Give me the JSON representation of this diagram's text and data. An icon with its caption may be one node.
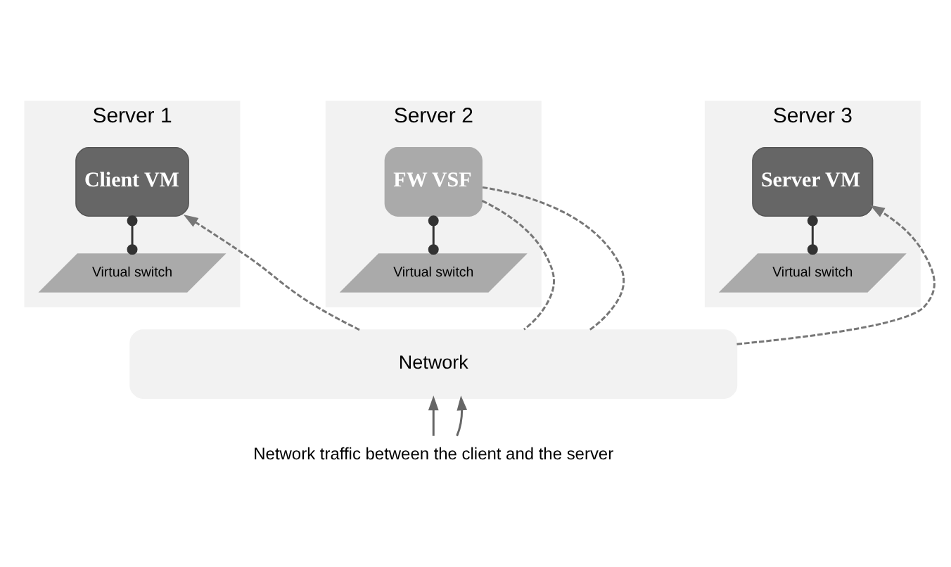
{
  "diagram": {
    "nodes": [
      {
        "text": [
          "Server 1"
        ]
      },
      {
        "text": [
          "Client VM"
        ],
        "in": 0
      },
      {
        "text": [
          "Virtual switch"
        ],
        "in": 0
      },
      {
        "text": [
          "Server 2"
        ]
      },
      {
        "text": [
          "FW VSF"
        ],
        "in": 3
      },
      {
        "text": [
          "Virtual switch"
        ],
        "in": 3
      },
      {
        "text": [
          "Server 3"
        ]
      },
      {
        "text": [
          "Server VM"
        ],
        "in": 6
      },
      {
        "text": [
          "Virtual switch"
        ],
        "in": 6
      },
      {
        "text": [
          "Network"
        ]
      },
      {
        "text": [
          "Network traffic between the client and the server"
        ]
      }
    ],
    "edges": [
      {
        "from": 1,
        "to": 2,
        "arrow": "other"
      },
      {
        "from": 4,
        "to": 5,
        "arrow": "other"
      },
      {
        "from": 7,
        "to": 8,
        "arrow": "other"
      },
      {
        "from": 9,
        "to": 1,
        "arrow": "to",
        "style": "dashed",
        "color": "#777777"
      },
      {
        "from": 9,
        "to": 4,
        "arrow": "none",
        "style": "dashed",
        "color": "#777777"
      },
      {
        "from": 4,
        "to": 9,
        "arrow": "none",
        "style": "dashed",
        "color": "#777777"
      },
      {
        "from": 9,
        "to": 7,
        "arrow": "to",
        "style": "dashed",
        "color": "#777777"
      },
      {
        "from": 10,
        "to": 9,
        "arrow": "to"
      },
      {
        "from": 10,
        "to": 9,
        "arrow": "to"
      }
    ]
  }
}
